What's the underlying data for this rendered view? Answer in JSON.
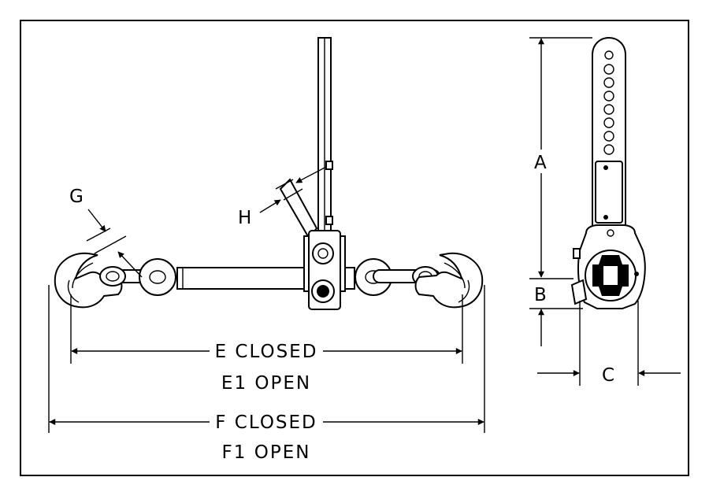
{
  "diagram": {
    "labels": {
      "g": "G",
      "h": "H",
      "a": "A",
      "b": "B",
      "c": "C",
      "e_closed": "E CLOSED",
      "e_open": "E1 OPEN",
      "f_closed": "F CLOSED",
      "f_open": "F1 OPEN"
    },
    "colors": {
      "ink": "#000000",
      "paper": "#ffffff"
    }
  }
}
